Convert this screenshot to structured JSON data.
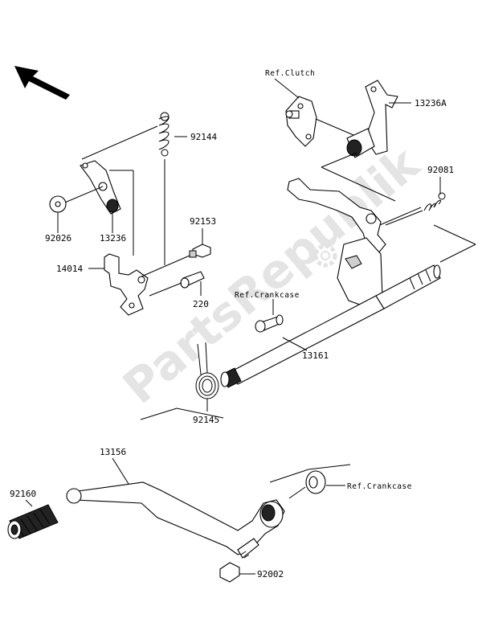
{
  "watermark": "PartsRepublik",
  "labels": {
    "ref_clutch": "Ref.Clutch",
    "p13236A": "13236A",
    "p92144": "92144",
    "p92081": "92081",
    "p92153": "92153",
    "p92026": "92026",
    "p13236": "13236",
    "p14014": "14014",
    "p220": "220",
    "ref_crankcase_1": "Ref.Crankcase",
    "p13161": "13161",
    "p92145": "92145",
    "p13156": "13156",
    "p92160": "92160",
    "ref_crankcase_2": "Ref.Crankcase",
    "p92002": "92002"
  },
  "icons": {
    "direction": "front-arrow-icon",
    "watermark_gear": "gear-icon"
  }
}
